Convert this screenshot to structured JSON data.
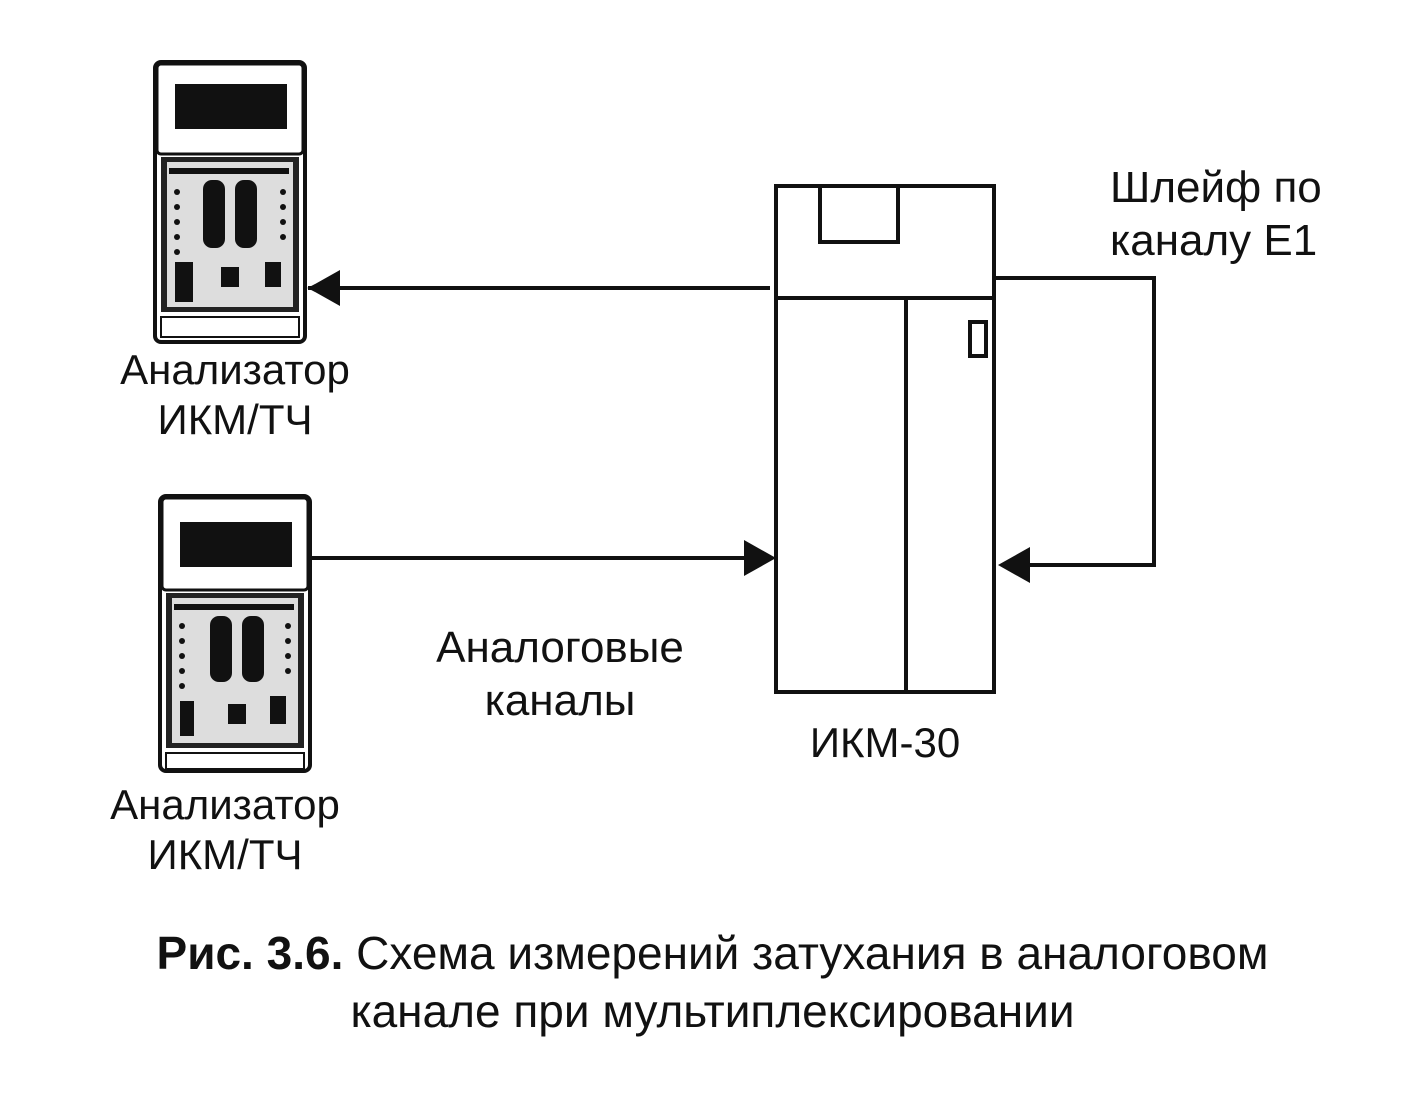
{
  "analyzer_top": {
    "line1": "Анализатор",
    "line2": "ИКМ/ТЧ"
  },
  "analyzer_bottom": {
    "line1": "Анализатор",
    "line2": "ИКМ/ТЧ"
  },
  "analog_channels": {
    "line1": "Аналоговые",
    "line2": "каналы"
  },
  "multiplexer": {
    "label": "ИКМ-30"
  },
  "loop": {
    "line1": "Шлейф по",
    "line2": "каналу Е1"
  },
  "caption": {
    "figure": "Рис. 3.6.",
    "line1": "Схема измерений затухания в аналоговом",
    "line2": "канале при мультиплексировании"
  },
  "colors": {
    "ink": "#111111",
    "paper": "#ffffff"
  }
}
